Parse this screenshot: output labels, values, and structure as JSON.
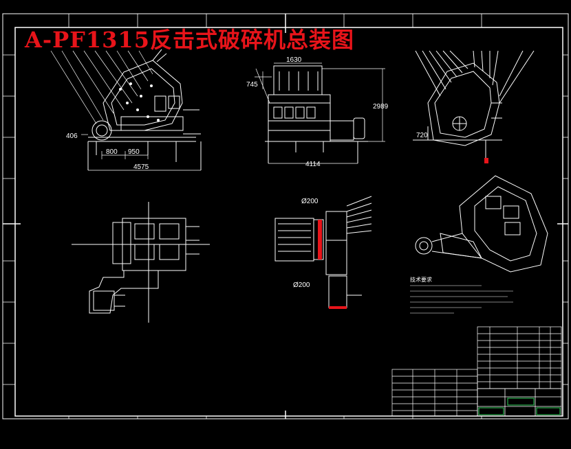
{
  "title": "A-PF1315反击式破碎机总装图",
  "dimensions": {
    "side_left_height": "406",
    "side_a": "800",
    "side_b": "950",
    "side_overall": "4575",
    "front_top": "1630",
    "front_upper": "745",
    "front_height": "2989",
    "front_overall": "4114",
    "right_height": "720",
    "bearing_top": "Ø200",
    "bearing_bottom": "Ø200"
  },
  "technical_requirements_title": "技术要求",
  "colors": {
    "background": "#000000",
    "lines": "#ffffff",
    "title": "#e8141a",
    "highlight_red": "#e8141a",
    "stamp_green": "#2fd25a"
  }
}
